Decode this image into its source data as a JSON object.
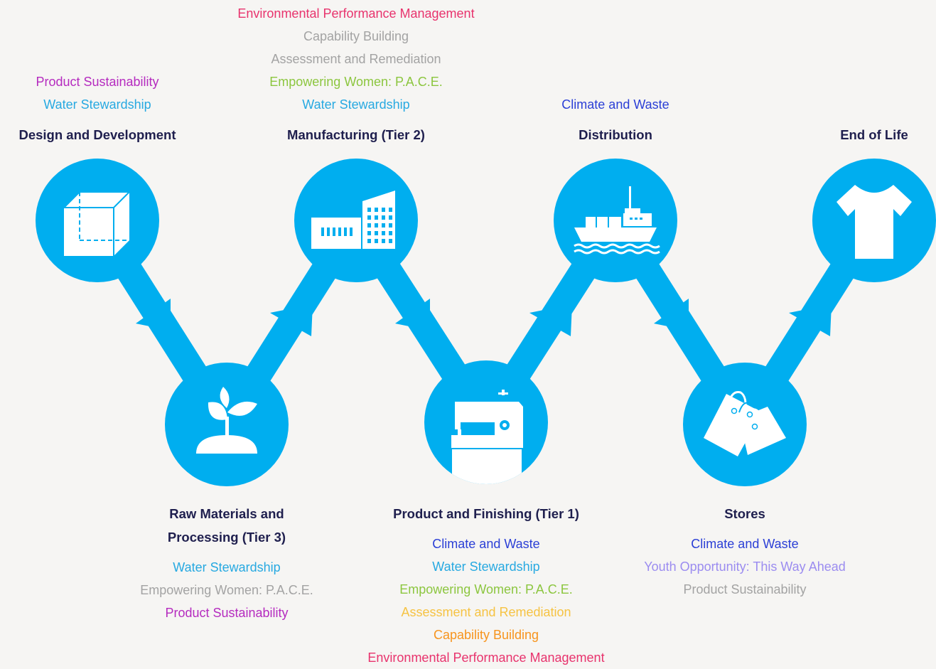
{
  "colors": {
    "background": "#f6f5f3",
    "flow_blue": "#00aeef",
    "title_navy": "#1f1f4e"
  },
  "stages": [
    {
      "id": "design",
      "title": [
        "Design and Development"
      ],
      "icon": "box-icon",
      "position": "top",
      "programs": [
        {
          "label": "Product Sustainability",
          "color": "#b52bbf"
        },
        {
          "label": "Water Stewardship",
          "color": "#27a9e1"
        }
      ]
    },
    {
      "id": "raw",
      "title": [
        "Raw Materials and",
        "Processing (Tier 3)"
      ],
      "icon": "sprout-icon",
      "position": "bottom",
      "programs": [
        {
          "label": "Water Stewardship",
          "color": "#27a9e1"
        },
        {
          "label": "Empowering Women: P.A.C.E.",
          "color": "#a3a3a3"
        },
        {
          "label": "Product Sustainability",
          "color": "#b52bbf"
        }
      ]
    },
    {
      "id": "manufacturing",
      "title": [
        "Manufacturing (Tier 2)"
      ],
      "icon": "factory-icon",
      "position": "top",
      "programs": [
        {
          "label": "Environmental Performance Management",
          "color": "#e8336d"
        },
        {
          "label": "Capability Building",
          "color": "#a3a3a3"
        },
        {
          "label": "Assessment and Remediation",
          "color": "#a3a3a3"
        },
        {
          "label": "Empowering Women: P.A.C.E.",
          "color": "#8cc63f"
        },
        {
          "label": "Water Stewardship",
          "color": "#27a9e1"
        }
      ]
    },
    {
      "id": "finishing",
      "title": [
        "Product and Finishing (Tier 1)"
      ],
      "icon": "sewing-machine-icon",
      "position": "bottom",
      "programs": [
        {
          "label": "Climate and Waste",
          "color": "#2b3fd6"
        },
        {
          "label": "Water Stewardship",
          "color": "#27a9e1"
        },
        {
          "label": "Empowering Women: P.A.C.E.",
          "color": "#8cc63f"
        },
        {
          "label": "Assessment and Remediation",
          "color": "#f6c343"
        },
        {
          "label": "Capability Building",
          "color": "#f7941d"
        },
        {
          "label": "Environmental Performance Management",
          "color": "#e8336d"
        }
      ]
    },
    {
      "id": "distribution",
      "title": [
        "Distribution"
      ],
      "icon": "cargo-ship-icon",
      "position": "top",
      "programs": [
        {
          "label": "Climate and Waste",
          "color": "#2b3fd6"
        }
      ]
    },
    {
      "id": "stores",
      "title": [
        "Stores"
      ],
      "icon": "shopping-bag-icon",
      "position": "bottom",
      "programs": [
        {
          "label": "Climate and Waste",
          "color": "#2b3fd6"
        },
        {
          "label": "Youth Opportunity: This Way Ahead",
          "color": "#9b8cf0"
        },
        {
          "label": "Product Sustainability",
          "color": "#a3a3a3"
        }
      ]
    },
    {
      "id": "end_of_life",
      "title": [
        "End of Life"
      ],
      "icon": "tshirt-icon",
      "position": "top",
      "programs": []
    }
  ]
}
